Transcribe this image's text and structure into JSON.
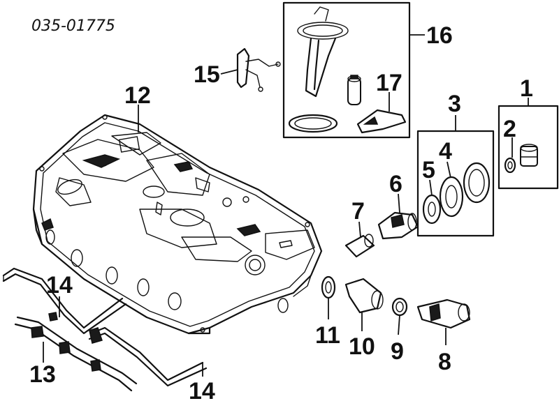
{
  "drawing_number": "035-01775",
  "callouts": [
    {
      "id": "c1",
      "label": "1"
    },
    {
      "id": "c2",
      "label": "2"
    },
    {
      "id": "c3",
      "label": "3"
    },
    {
      "id": "c4",
      "label": "4"
    },
    {
      "id": "c5",
      "label": "5"
    },
    {
      "id": "c6",
      "label": "6"
    },
    {
      "id": "c7",
      "label": "7"
    },
    {
      "id": "c8",
      "label": "8"
    },
    {
      "id": "c9",
      "label": "9"
    },
    {
      "id": "c10",
      "label": "10"
    },
    {
      "id": "c11",
      "label": "11"
    },
    {
      "id": "c12",
      "label": "12"
    },
    {
      "id": "c13",
      "label": "13"
    },
    {
      "id": "c14a",
      "label": "14"
    },
    {
      "id": "c14b",
      "label": "14"
    },
    {
      "id": "c15",
      "label": "15"
    },
    {
      "id": "c16",
      "label": "16"
    },
    {
      "id": "c17",
      "label": "17"
    }
  ]
}
